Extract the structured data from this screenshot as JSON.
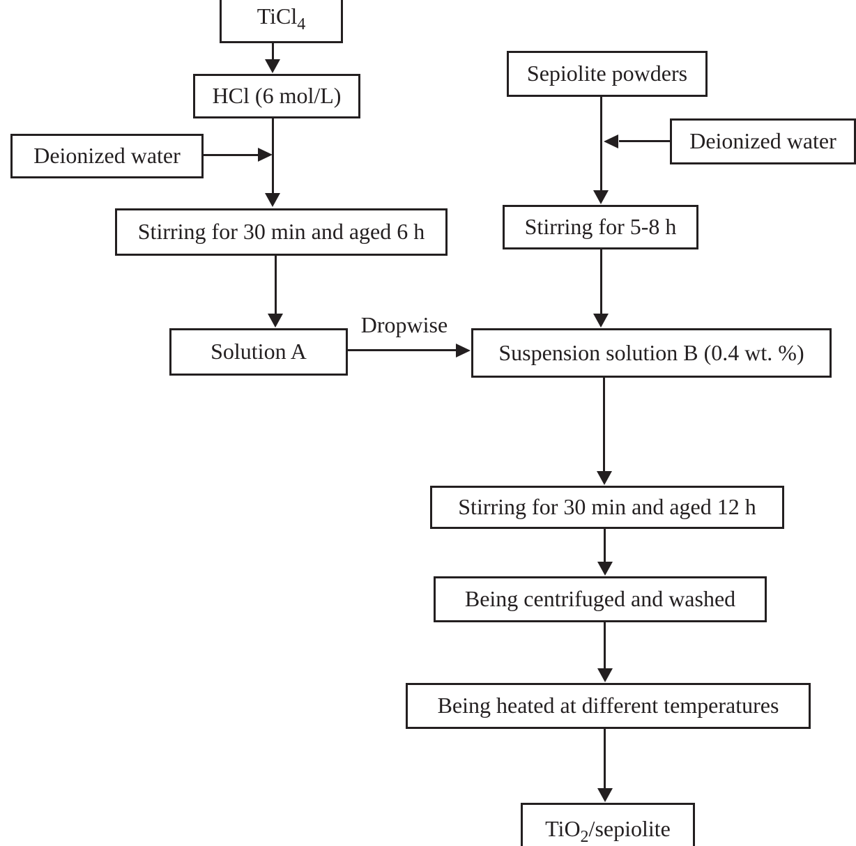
{
  "figure": {
    "type": "flowchart",
    "description": "Preparation process flow diagram for TiO2/sepiolite",
    "background_color": "#ffffff",
    "line_color": "#231f20"
  },
  "nodes": {
    "ticl4": {
      "label": "TiCl",
      "sub": "4"
    },
    "hcl": {
      "label": "HCl (6 mol/L)"
    },
    "deionized_water_left": {
      "label": "Deionized water"
    },
    "stirring_aged_6h": {
      "label": "Stirring for 30 min and aged 6 h"
    },
    "solution_a": {
      "label": "Solution A"
    },
    "sepiolite_powders": {
      "label": "Sepiolite powders"
    },
    "deionized_water_right": {
      "label": "Deionized water"
    },
    "stirring_5_8h": {
      "label": "Stirring for 5-8 h"
    },
    "suspension_b": {
      "label": "Suspension solution B (0.4 wt. %)"
    },
    "stirring_aged_12h": {
      "label": "Stirring for 30 min and aged 12 h"
    },
    "centrifuged_washed": {
      "label": "Being centrifuged and washed"
    },
    "heated_different_temps": {
      "label": "Being heated at different temperatures"
    },
    "tio2_sepiolite": {
      "pre": "TiO",
      "sub": "2",
      "post": "/sepiolite"
    }
  },
  "edge_labels": {
    "dropwise": "Dropwise"
  }
}
